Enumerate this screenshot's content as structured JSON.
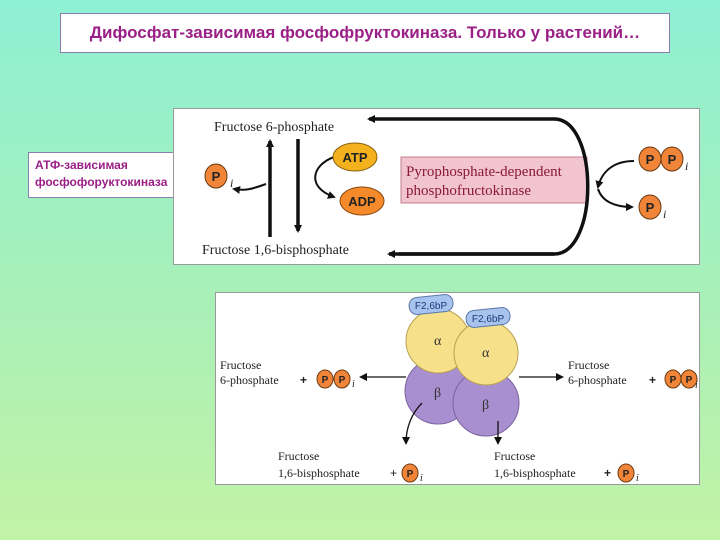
{
  "title": "Дифосфат-зависимая  фосфофруктокиназа.  Только у растений…",
  "side_label": "АТФ-зависимая фосфофоруктокиназа",
  "top_diagram": {
    "fructose_6_phosphate": "Fructose 6-phosphate",
    "fructose_1_6_bisphosphate": "Fructose 1,6-bisphosphate",
    "atp": "ATP",
    "adp": "ADP",
    "ppi_enzyme_line1": "Pyrophosphate-dependent",
    "ppi_enzyme_line2": "phosphofructokinase",
    "p": "P",
    "i": "i"
  },
  "bottom_diagram": {
    "effector_left": "F2,6bP",
    "effector_right": "F2,6bP",
    "alpha": "α",
    "beta": "β",
    "left_substrate_line1": "Fructose",
    "left_substrate_line2": "6-phosphate",
    "right_substrate_line1": "Fructose",
    "right_substrate_line2": "6-phosphate",
    "left_product_line1": "Fructose",
    "left_product_line2": "1,6-bisphosphate",
    "right_product_line1": "Fructose",
    "right_product_line2": "1,6-bisphosphate",
    "plus": "+",
    "p": "P",
    "i": "i"
  },
  "colors": {
    "title_text": "#9a1f86",
    "ppi_enzyme_bg": "#f2c4cf",
    "ppi_enzyme_text": "#8a1a36",
    "atp_fill": "#f3b21d",
    "adp_fill": "#f58a2a",
    "phosphate_fill": "#f0853a",
    "alpha_subunit": "#f6e08a",
    "beta_subunit": "#a88fcf",
    "effector": "#a8c4ee"
  }
}
